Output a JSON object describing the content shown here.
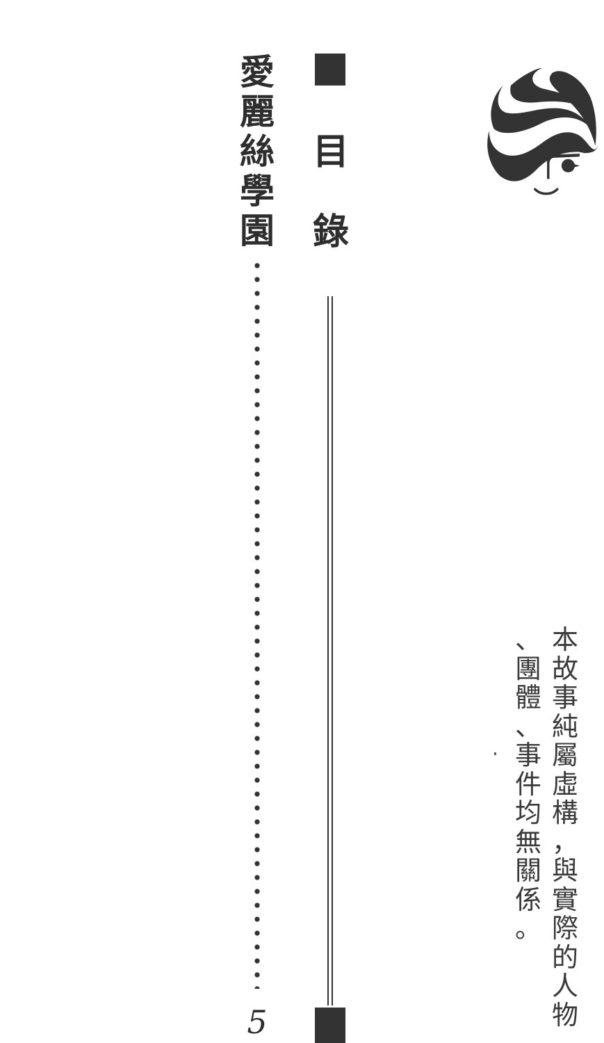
{
  "page": {
    "type": "table-of-contents",
    "orientation": "vertical-right-to-left"
  },
  "logo": {
    "icon": "stylized-face-with-wavy-hair-logo"
  },
  "toc_heading": {
    "chars": [
      "目",
      "錄"
    ],
    "text": "目錄"
  },
  "entries": [
    {
      "title": "愛麗絲學園",
      "title_chars": [
        "愛",
        "麗",
        "絲",
        "學",
        "園"
      ],
      "page": "5"
    }
  ],
  "disclaimer": {
    "text": "本故事純屬虛構，與實際的人物、團體、事件均無關係。",
    "columns": [
      [
        "本",
        "故",
        "事",
        "純",
        "屬",
        "虛",
        "構",
        "，",
        "與",
        "實",
        "際",
        "的",
        "人",
        "物"
      ],
      [
        "、",
        "團",
        "體",
        "、",
        "事",
        "件",
        "均",
        "無",
        "關",
        "係",
        "。"
      ]
    ]
  },
  "colors": {
    "ink": "#2e2e2e",
    "paper": "#ffffff"
  }
}
